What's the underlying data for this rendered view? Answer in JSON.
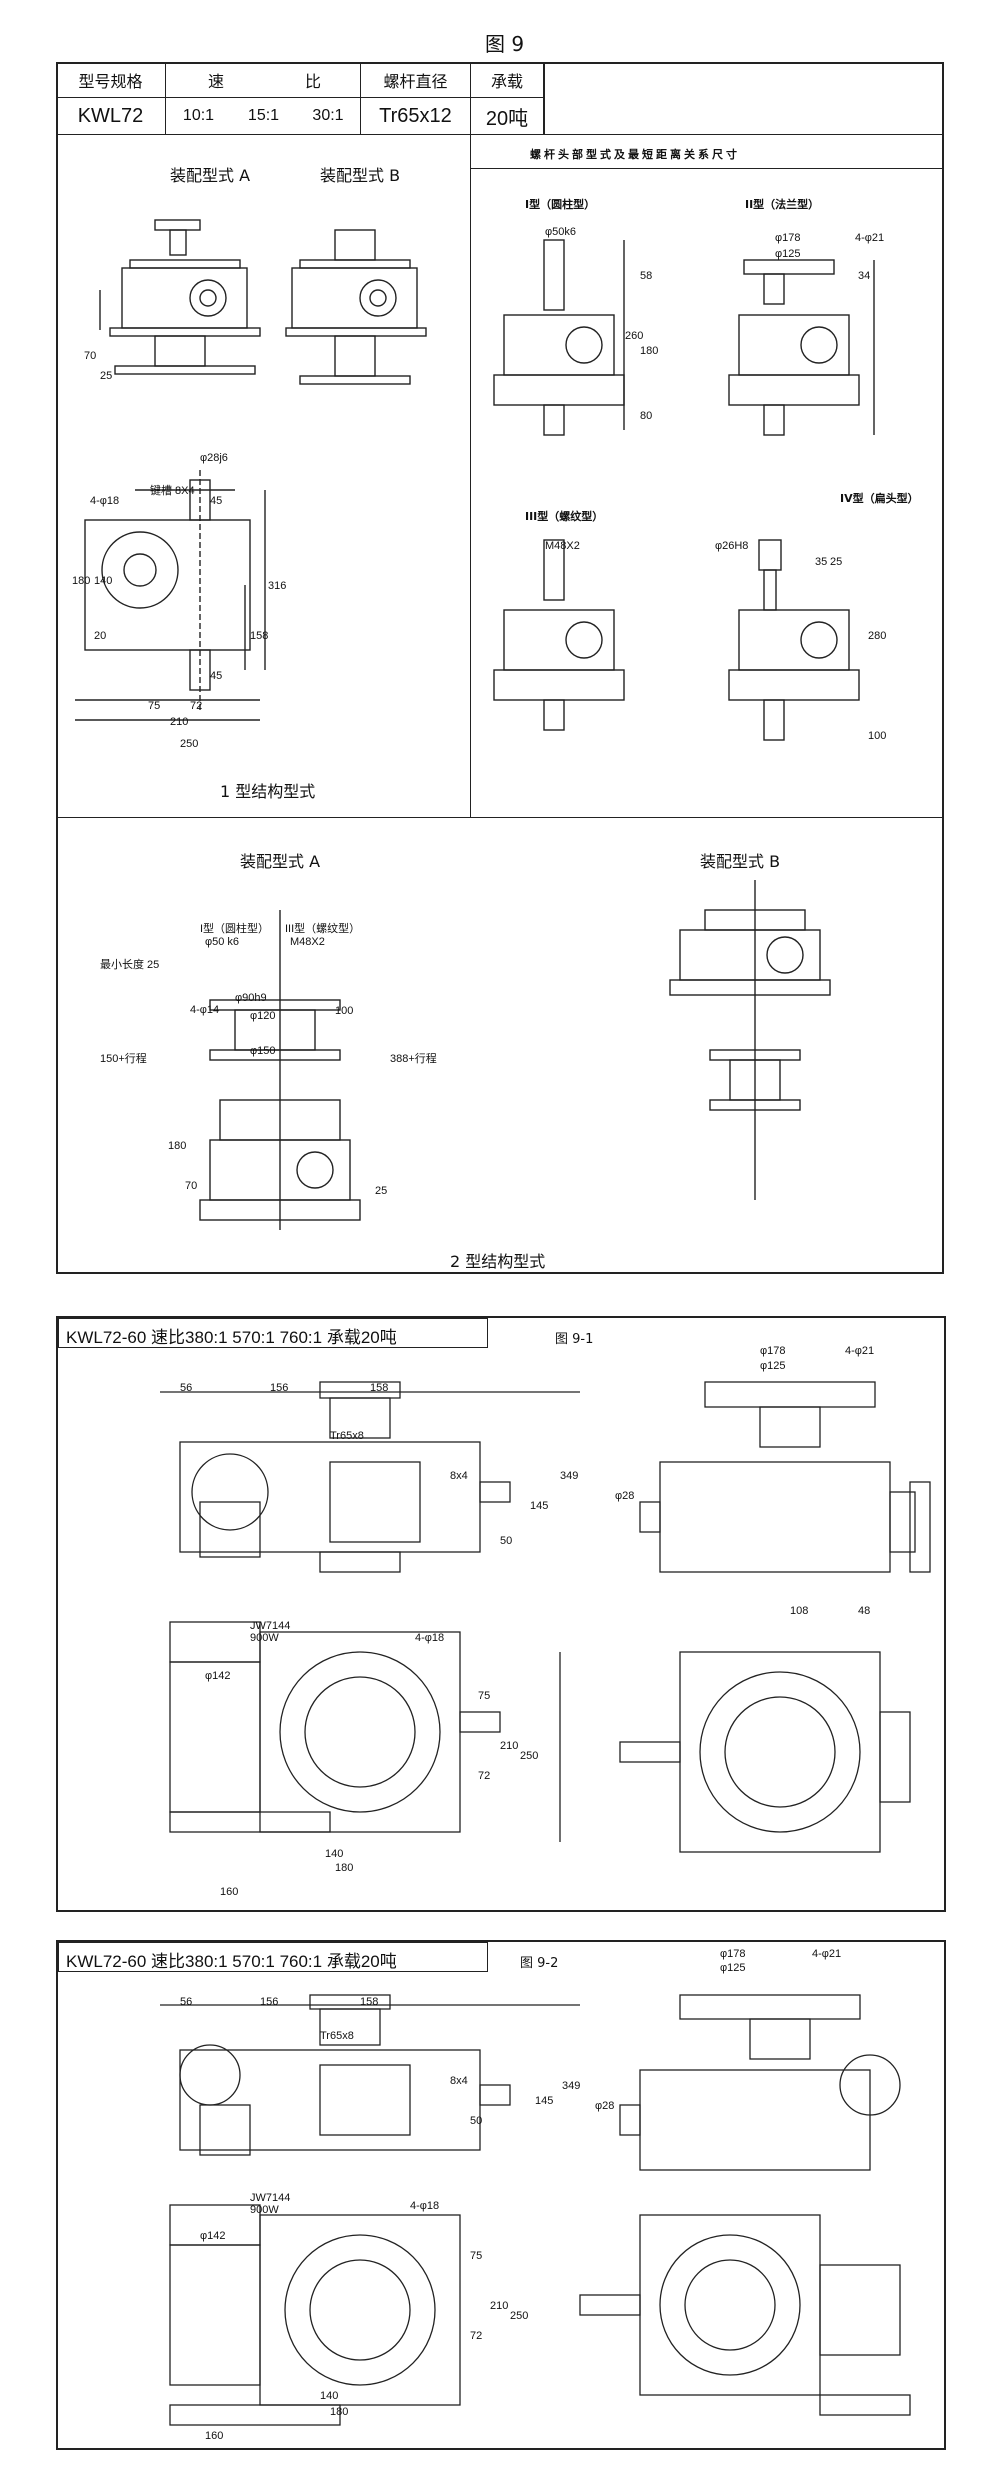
{
  "fig9": {
    "title": "图 9",
    "header_labels": [
      "型号规格",
      "速",
      "比",
      "螺杆直径",
      "承载"
    ],
    "row": {
      "model": "KWL72",
      "ratio1": "10:1",
      "ratio2": "15:1",
      "ratio3": "30:1",
      "screw": "Tr65x12",
      "load": "20吨"
    },
    "panel1": {
      "mount_a": "装配型式 A",
      "mount_b": "装配型式 B",
      "caption": "1  型结构型式",
      "dims": [
        "φ28j6",
        "键槽 8X4",
        "4-φ18",
        "180",
        "140",
        "20",
        "75",
        "72",
        "210",
        "250",
        "316",
        "158",
        "45",
        "45",
        "70",
        "25"
      ]
    },
    "panel_right": {
      "title": "螺杆头部型式及最短距离关系尺寸",
      "type1": "I型（圆柱型）",
      "type2": "II型（法兰型）",
      "type3": "III型（螺纹型）",
      "type4": "IV型（扁头型）",
      "dims": [
        "φ50k6",
        "58",
        "260",
        "180",
        "80",
        "φ178",
        "φ125",
        "4-φ21",
        "34",
        "M48X2",
        "φ26H8",
        "35",
        "25",
        "280",
        "100"
      ]
    },
    "panel2": {
      "mount_a": "装配型式 A",
      "mount_b": "装配型式 B",
      "caption": "2  型结构型式",
      "labels": [
        "I型（圆柱型）",
        "III型（螺纹型）",
        "φ50 k6",
        "M48X2",
        "φ90h9",
        "4-φ14",
        "φ120",
        "φ150",
        "150+行程",
        "388+行程",
        "180",
        "70",
        "25",
        "100",
        "最小长度 25"
      ]
    }
  },
  "fig9_1": {
    "header": "KWL72-60  速比380:1  570:1  760:1   承载20吨",
    "fig_label": "图 9-1",
    "dims": [
      "56",
      "156",
      "158",
      "Tr65x8",
      "8x4",
      "349",
      "145",
      "50",
      "φ28",
      "JW7144",
      "900W",
      "4-φ18",
      "φ142",
      "140",
      "180",
      "160",
      "75",
      "72",
      "210",
      "250",
      "φ178",
      "φ125",
      "4-φ21",
      "108",
      "48"
    ]
  },
  "fig9_2": {
    "header": "KWL72-60  速比380:1  570:1  760:1   承载20吨",
    "fig_label": "图 9-2",
    "dims": [
      "56",
      "156",
      "158",
      "Tr65x8",
      "8x4",
      "349",
      "145",
      "50",
      "φ28",
      "JW7144",
      "900W",
      "4-φ18",
      "φ142",
      "140",
      "180",
      "160",
      "75",
      "72",
      "210",
      "250",
      "φ178",
      "φ125",
      "4-φ21"
    ]
  }
}
